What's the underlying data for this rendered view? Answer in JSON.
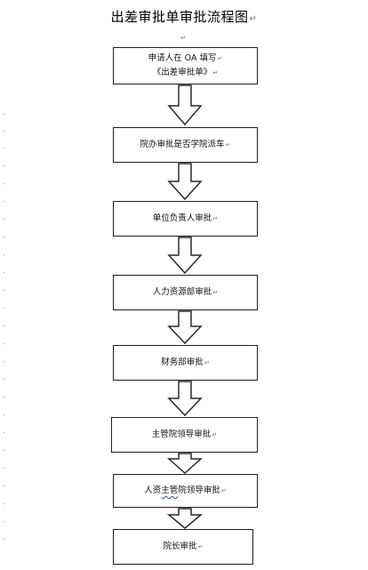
{
  "diagram": {
    "title": "出差审批单审批流程图",
    "paragraph_mark": "↵",
    "steps": [
      {
        "line1": "申请人在 OA 填写",
        "line2": "《出差审批单》"
      },
      {
        "line1": "院办审批是否学院派车"
      },
      {
        "line1": "单位负责人审批"
      },
      {
        "line1": "人力资源部审批"
      },
      {
        "line1": "财务部审批"
      },
      {
        "line1": "主管院领导审批"
      },
      {
        "line1_prefix": "人资",
        "line1_squiggle": "主管",
        "line1_suffix": "院领导审批"
      },
      {
        "line1": "院长审批"
      }
    ]
  }
}
